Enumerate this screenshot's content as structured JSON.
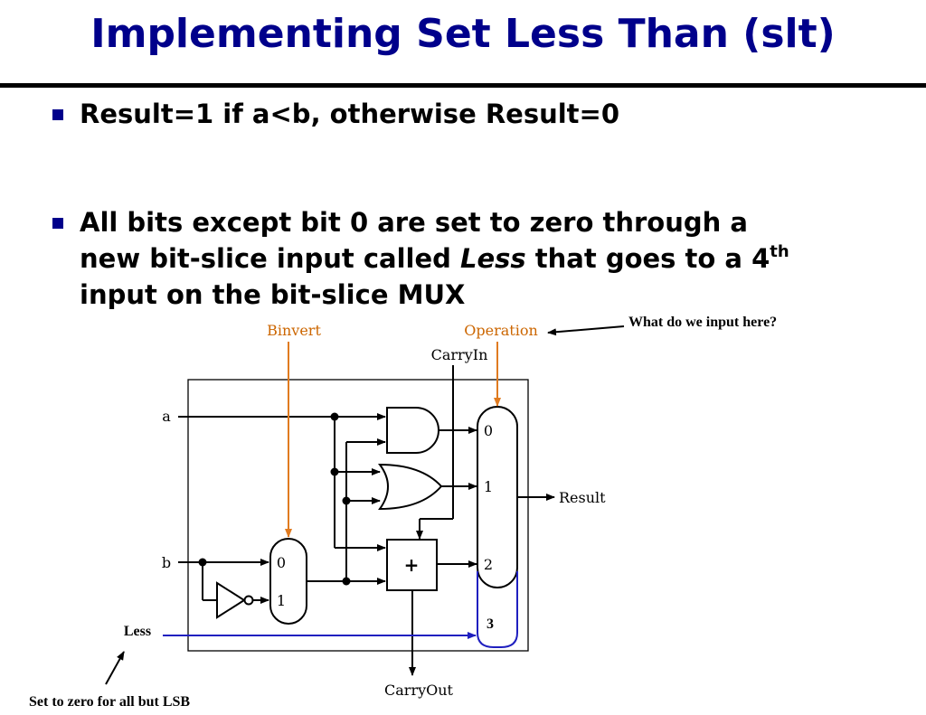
{
  "title": "Implementing Set Less Than (slt)",
  "bullets": [
    {
      "text": "Result=1 if a<b, otherwise Result=0"
    },
    {
      "line1": "All bits except bit 0 are set to zero through a",
      "line2_pre": "new bit-slice input called ",
      "line2_em": "Less",
      "line2_post": " that goes to a 4",
      "line2_sup": "th",
      "line3": "input on the bit-slice MUX"
    }
  ],
  "diagram": {
    "binvert": "Binvert",
    "operation": "Operation",
    "carry_in": "CarryIn",
    "a": "a",
    "b": "b",
    "mux_in0": "0",
    "mux_in1": "1",
    "mux_in2": "2",
    "mux_in3": "3",
    "inv_mux_0": "0",
    "inv_mux_1": "1",
    "adder": "+",
    "result": "Result",
    "carry_out": "CarryOut",
    "less": "Less"
  },
  "annotations": {
    "what_input": "What do we input here?",
    "set_zero": "Set to zero for all but LSB"
  },
  "colors": {
    "title": "#00008b",
    "control": "#e07b20",
    "less_wire": "#1f1fbf"
  }
}
